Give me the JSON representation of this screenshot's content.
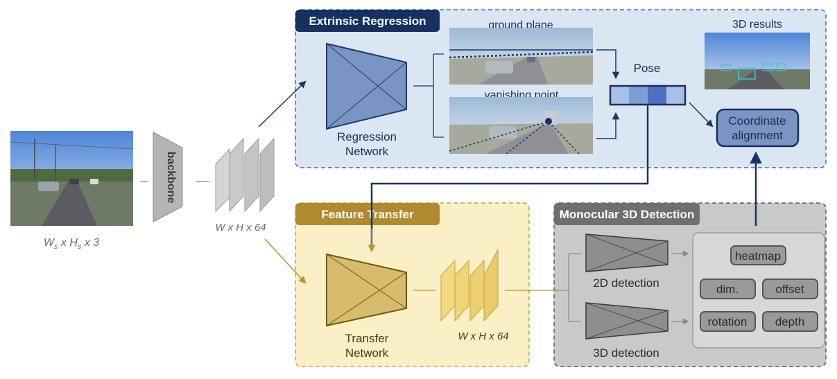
{
  "input": {
    "size_label": "W",
    "size_sub1": "s",
    "size_mid": " x H",
    "size_sub2": "s",
    "size_tail": " x 3"
  },
  "backbone": {
    "label": "backbone"
  },
  "features": {
    "label": "W x H x 64"
  },
  "extrinsic": {
    "title": "Extrinsic Regression",
    "network_label_1": "Regression",
    "network_label_2": "Network",
    "ground_plane": "ground plane",
    "vanishing_point": "vanishing point",
    "pose": "Pose",
    "results": "3D results",
    "coord_1": "Coordinate",
    "coord_2": "alignment"
  },
  "transfer": {
    "title": "Feature Transfer",
    "network_label_1": "Transfer",
    "network_label_2": "Network",
    "features_label": "W x H x 64"
  },
  "mono": {
    "title": "Monocular 3D Detection",
    "det2d": "2D detection",
    "det3d": "3D detection",
    "heads": {
      "heatmap": "heatmap",
      "dim": "dim.",
      "offset": "offset",
      "rotation": "rotation",
      "depth": "depth"
    }
  },
  "colors": {
    "extrinsic_bg": "#dbe6f3",
    "extrinsic_border": "#3e6fa8",
    "extrinsic_tag": "#16305f",
    "transfer_bg": "#fbefc5",
    "transfer_border": "#c9a13f",
    "transfer_tag": "#b08a2e",
    "mono_bg": "#c9c9c9",
    "mono_border": "#5a5a5a",
    "mono_tag": "#6f6f6f",
    "arrow_blue": "#1a3465",
    "arrow_gold": "#b8942e"
  }
}
